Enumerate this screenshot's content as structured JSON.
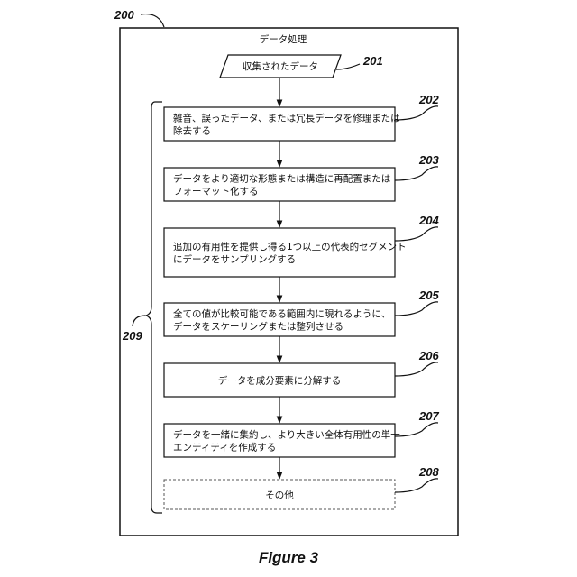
{
  "diagram": {
    "ref": "200",
    "title": "データ処理",
    "input_node": {
      "ref": "201",
      "label": "収集されたデータ"
    },
    "steps": [
      {
        "ref": "202",
        "lines": [
          "雑音、誤ったデータ、または冗長データを修理または",
          "除去する"
        ]
      },
      {
        "ref": "203",
        "lines": [
          "データをより適切な形態または構造に再配置または",
          "フォーマット化する"
        ]
      },
      {
        "ref": "204",
        "lines": [
          "追加の有用性を提供し得る1つ以上の代表的セグメント",
          "にデータをサンプリングする"
        ]
      },
      {
        "ref": "205",
        "lines": [
          "全ての値が比較可能である範囲内に現れるように、",
          "データをスケーリングまたは整列させる"
        ]
      },
      {
        "ref": "206",
        "lines": [
          "データを成分要素に分解する"
        ]
      },
      {
        "ref": "207",
        "lines": [
          "データを一緒に集約し、より大きい全体有用性の単一",
          "エンティティを作成する"
        ]
      },
      {
        "ref": "208",
        "lines": [
          "その他"
        ],
        "dashed": true
      }
    ],
    "group_ref": "209"
  },
  "caption": "Figure 3"
}
